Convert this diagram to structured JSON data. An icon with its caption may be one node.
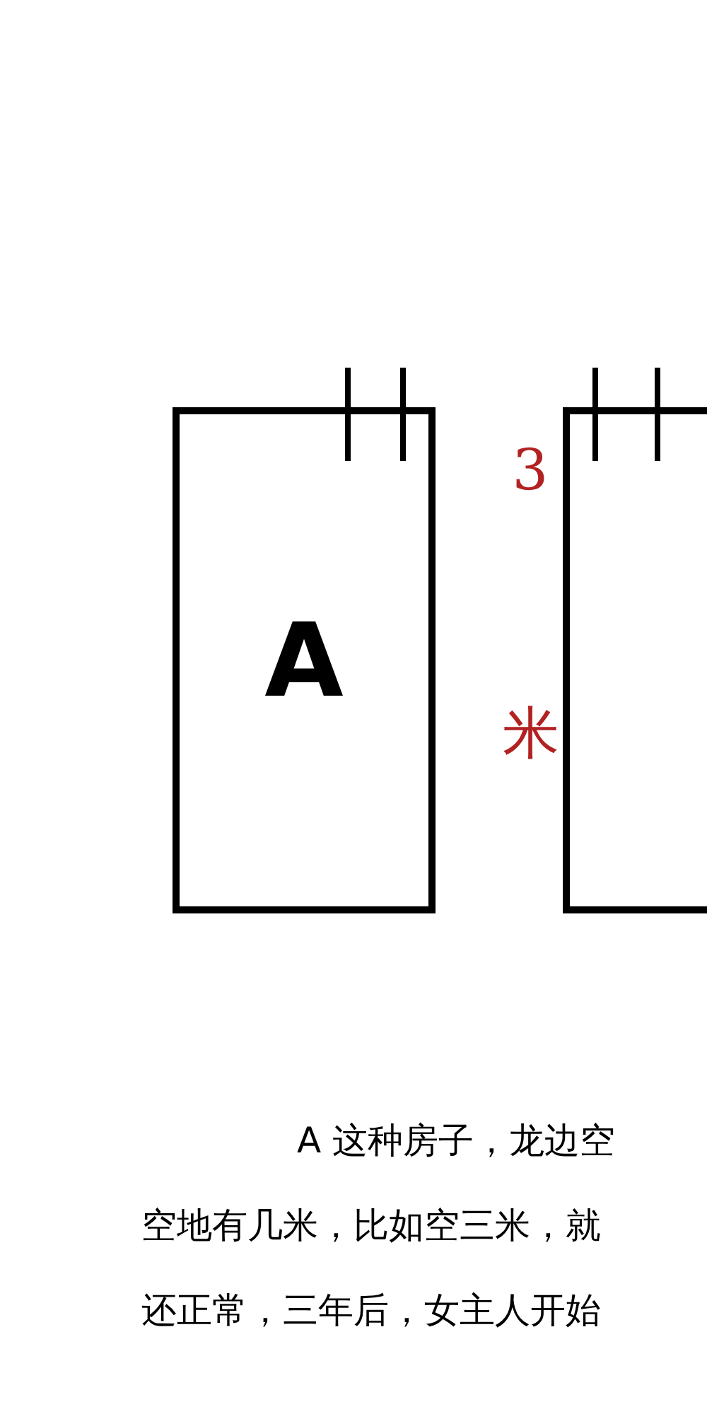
{
  "diagram": {
    "nodes": [
      {
        "text": [
          "A"
        ]
      },
      {
        "text": [],
        "shape": "box"
      }
    ],
    "edges": [],
    "labels": [
      "3米",
      "A 这种房子，龙边空",
      "空地有几米，比如空三米，就",
      "还正常，三年后，女主人开始"
    ]
  }
}
